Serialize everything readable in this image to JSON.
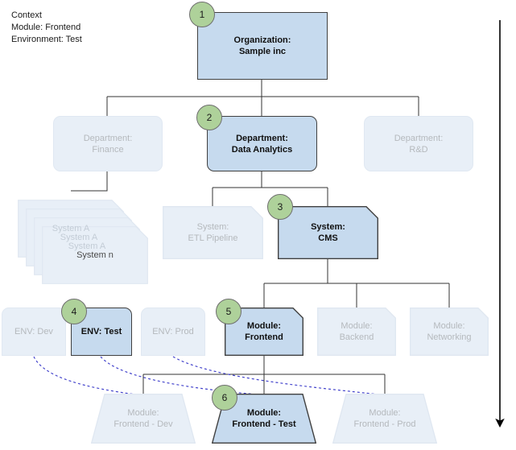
{
  "context": {
    "name": "context-block",
    "lines": [
      "Context",
      "Module: Frontend",
      "Environment: Test"
    ],
    "text": "Context\nModule: Frontend\nEnvironment: Test"
  },
  "colors": {
    "active_fill": "#c6daee",
    "active_border": "#404040",
    "faded_fill": "#e8eff7",
    "faded_border": "#e0e8f2",
    "faded_text": "#b5b9bd",
    "badge_fill": "#aed19a",
    "badge_border": "#6f6f6f",
    "connector": "#333333",
    "dashed_link": "#4444cc",
    "arrow": "#000000"
  },
  "diagram": {
    "type": "hierarchy-tree",
    "levels": [
      {
        "level": 1,
        "name": "organization",
        "nodes": [
          {
            "id": "org",
            "text": "Organization:\nSample inc",
            "state": "active",
            "badge": "1",
            "shape": "rect"
          }
        ]
      },
      {
        "level": 2,
        "name": "department",
        "nodes": [
          {
            "id": "dept-finance",
            "text": "Department:\nFinance",
            "state": "faded",
            "badge": null,
            "shape": "rounded"
          },
          {
            "id": "dept-data-analytics",
            "text": "Department:\nData Analytics",
            "state": "active",
            "badge": "2",
            "shape": "rounded"
          },
          {
            "id": "dept-rnd",
            "text": "Department:\nR&D",
            "state": "faded",
            "badge": null,
            "shape": "rounded"
          }
        ]
      },
      {
        "level": 3,
        "name": "system",
        "nodes": [
          {
            "id": "system-stack",
            "text": "System A",
            "state": "faded",
            "badge": null,
            "shape": "note-stack",
            "stack_labels": [
              "System A",
              "System A",
              "System A",
              "System n"
            ]
          },
          {
            "id": "system-etl",
            "text": "System:\nETL Pipeline",
            "state": "faded",
            "badge": null,
            "shape": "note"
          },
          {
            "id": "system-cms",
            "text": "System:\nCMS",
            "state": "active",
            "badge": "3",
            "shape": "note"
          }
        ]
      },
      {
        "level": 4,
        "name": "environment-and-module",
        "nodes": [
          {
            "id": "env-dev",
            "text": "ENV: Dev",
            "state": "faded",
            "badge": null,
            "shape": "rounded-top"
          },
          {
            "id": "env-test",
            "text": "ENV: Test",
            "state": "active",
            "badge": "4",
            "shape": "rounded-top"
          },
          {
            "id": "env-prod",
            "text": "ENV: Prod",
            "state": "faded",
            "badge": null,
            "shape": "rounded-top"
          },
          {
            "id": "module-frontend",
            "text": "Module:\nFrontend",
            "state": "active",
            "badge": "5",
            "shape": "note"
          },
          {
            "id": "module-backend",
            "text": "Module:\nBackend",
            "state": "faded",
            "badge": null,
            "shape": "note"
          },
          {
            "id": "module-networking",
            "text": "Module:\nNetworking",
            "state": "faded",
            "badge": null,
            "shape": "note"
          }
        ]
      },
      {
        "level": 5,
        "name": "deployment",
        "nodes": [
          {
            "id": "deploy-dev",
            "text": "Module:\nFrontend - Dev",
            "state": "faded",
            "badge": null,
            "shape": "trapezoid"
          },
          {
            "id": "deploy-test",
            "text": "Module:\nFrontend - Test",
            "state": "active",
            "badge": "6",
            "shape": "trapezoid"
          },
          {
            "id": "deploy-prod",
            "text": "Module:\nFrontend - Prod",
            "state": "faded",
            "badge": null,
            "shape": "trapezoid"
          }
        ]
      }
    ],
    "badges": [
      "1",
      "2",
      "3",
      "4",
      "5",
      "6"
    ],
    "flow_arrow": {
      "name": "downward-flow-arrow",
      "direction": "down"
    }
  }
}
